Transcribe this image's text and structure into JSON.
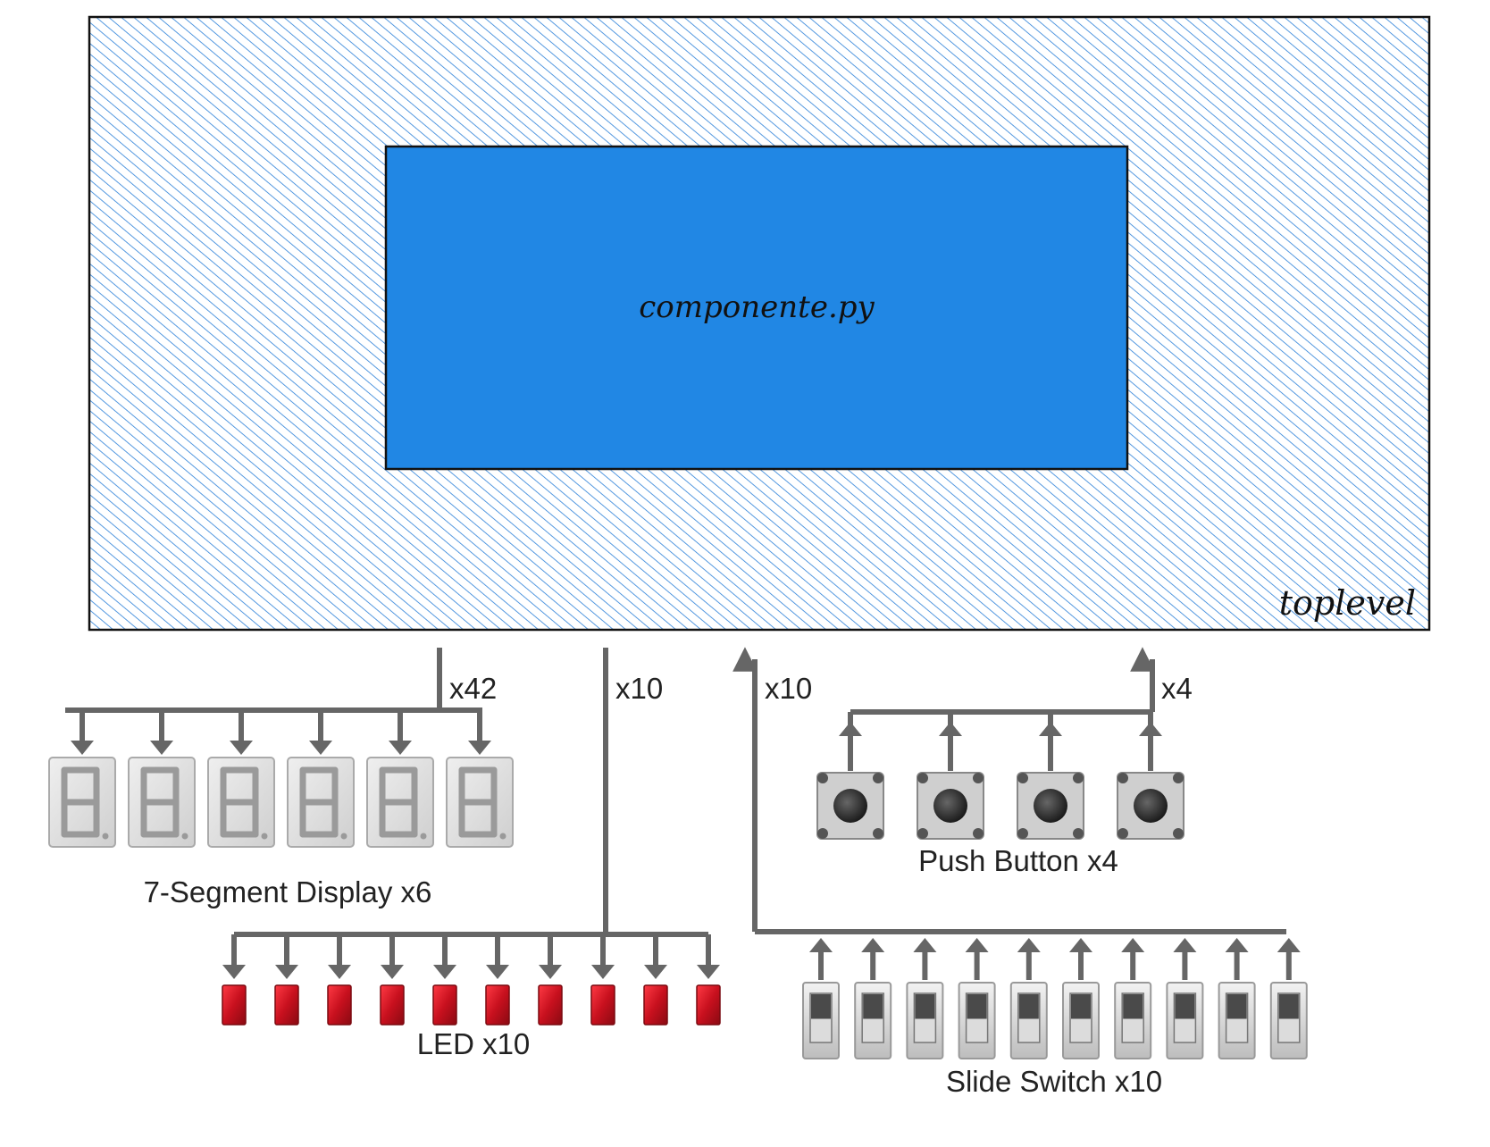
{
  "toplevel": {
    "label": "toplevel",
    "hatch_color": "#2a7fd8"
  },
  "component": {
    "label": "componente.py",
    "fill_color": "#2187e4"
  },
  "buses": {
    "seg_width": "x42",
    "led_width": "x10",
    "switch_width": "x10",
    "button_width": "x4"
  },
  "seven_segment": {
    "label": "7-Segment Display x6",
    "count": 6
  },
  "leds": {
    "label": "LED x10",
    "count": 10,
    "color": "#d01424"
  },
  "push_buttons": {
    "label": "Push Button x4",
    "count": 4
  },
  "slide_switches": {
    "label": "Slide Switch x10",
    "count": 10
  },
  "wire_color": "#666666"
}
